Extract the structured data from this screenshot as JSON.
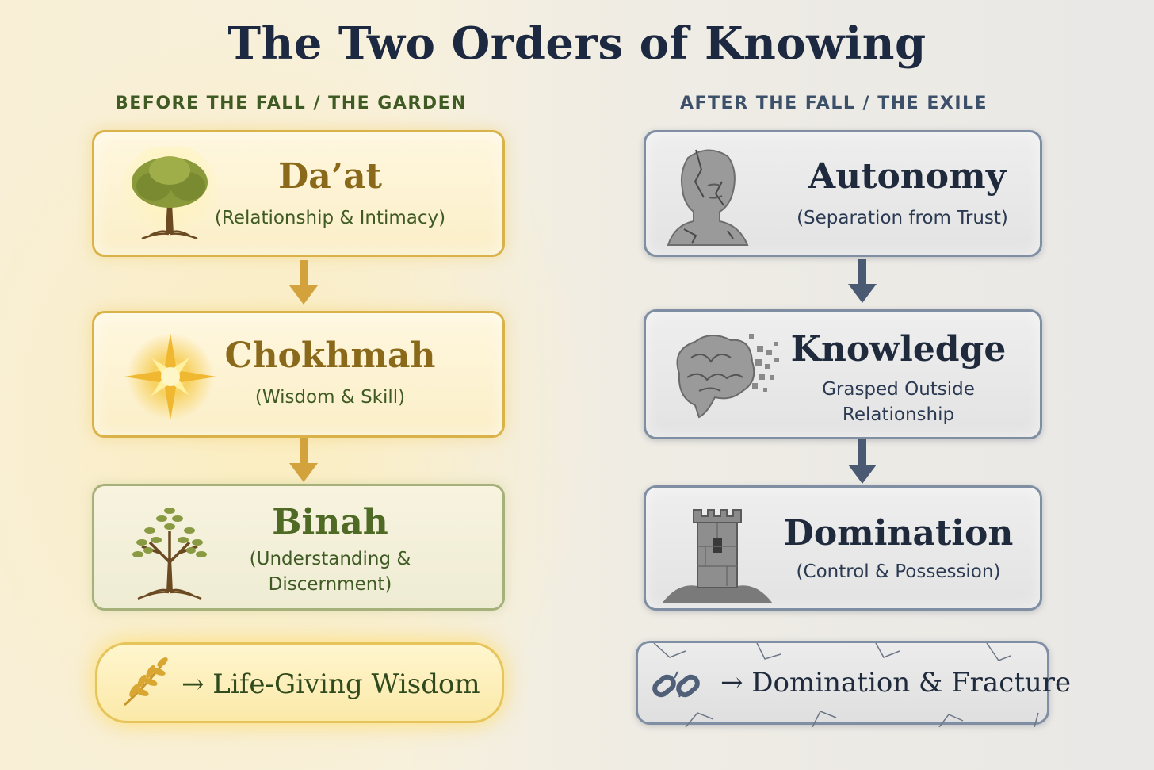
{
  "title": "The Two Orders of Knowing",
  "left_column": {
    "heading": "BEFORE THE FALL / THE GARDEN",
    "boxes": [
      {
        "title": "Da’at",
        "subtitle": "(Relationship & Intimacy)",
        "icon": "tree-icon"
      },
      {
        "title": "Chokhmah",
        "subtitle": "(Wisdom & Skill)",
        "icon": "star-icon"
      },
      {
        "title": "Binah",
        "subtitle_line1": "(Understanding &",
        "subtitle_line2": "Discernment)",
        "icon": "olive-tree-icon"
      }
    ],
    "outcome": "→ Life-Giving Wisdom",
    "outcome_icon": "laurel-branch-icon"
  },
  "right_column": {
    "heading": "AFTER THE FALL / THE EXILE",
    "boxes": [
      {
        "title": "Autonomy",
        "subtitle": "(Separation from Trust)",
        "icon": "cracked-head-icon"
      },
      {
        "title": "Knowledge",
        "subtitle_line1": "Grasped Outside",
        "subtitle_line2": "Relationship",
        "icon": "disintegrating-brain-icon"
      },
      {
        "title": "Domination",
        "subtitle": "(Control & Possession)",
        "icon": "tower-icon"
      }
    ],
    "outcome": "→ Domination & Fracture",
    "outcome_icon": "broken-chain-icon"
  },
  "colors": {
    "title": "#1d2940",
    "left_heading": "#3f5a23",
    "right_heading": "#3d506a",
    "gold_title": "#8a6a1a",
    "green_title": "#4f6a25",
    "slate_title": "#1f2a3c",
    "gold_arrow": "#d4a23c",
    "slate_arrow": "#4a5a72"
  }
}
